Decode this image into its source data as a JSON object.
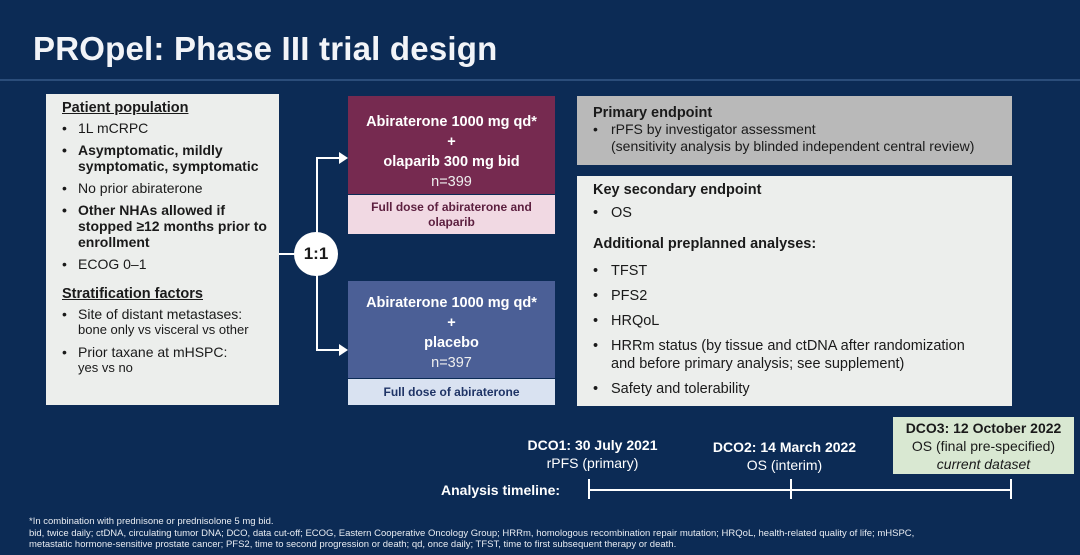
{
  "title": "PROpel: Phase III trial design",
  "left_panel": {
    "population_heading": "Patient population",
    "population_items": [
      {
        "text": "1L mCRPC",
        "bold": false
      },
      {
        "text": "Asymptomatic, mildly symptomatic, symptomatic",
        "bold": true
      },
      {
        "text": "No prior abiraterone",
        "bold": false
      },
      {
        "text": "Other NHAs allowed if stopped ≥12 months prior to enrollment",
        "bold": true
      },
      {
        "text": "ECOG 0–1",
        "bold": false
      }
    ],
    "stratification_heading": "Stratification factors",
    "stratification_items": [
      {
        "line1": "Site of distant metastases:",
        "line2": "bone only vs visceral vs other"
      },
      {
        "line1": "Prior taxane at mHSPC:",
        "line2": "yes vs no"
      }
    ]
  },
  "randomization": "1:1",
  "arms": {
    "top": {
      "line1": "Abiraterone 1000 mg qd*",
      "line2": "+",
      "line3": "olaparib 300 mg bid",
      "n": "n=399",
      "note": "Full dose of abiraterone and olaparib"
    },
    "bottom": {
      "line1": "Abiraterone 1000 mg qd*",
      "line2": "+",
      "line3": "placebo",
      "n": "n=397",
      "note": "Full dose of abiraterone"
    }
  },
  "primary": {
    "heading": "Primary endpoint",
    "line1": "rPFS by investigator assessment",
    "line2": "(sensitivity analysis by blinded independent central review)"
  },
  "secondary": {
    "heading": "Key secondary endpoint",
    "items": [
      "OS"
    ],
    "additional_heading": "Additional preplanned analyses:",
    "additional_items": [
      "TFST",
      "PFS2",
      "HRQoL",
      "HRRm status (by tissue and ctDNA after randomization and before primary analysis; see supplement)",
      "Safety and tolerability"
    ]
  },
  "timeline": {
    "label": "Analysis timeline:",
    "dco1_title": "DCO1: 30 July 2021",
    "dco1_sub": "rPFS (primary)",
    "dco2_title": "DCO2: 14 March 2022",
    "dco2_sub": "OS (interim)",
    "dco3_title": "DCO3: 12 October 2022",
    "dco3_sub": "OS (final pre-specified)",
    "dco3_note": "current dataset"
  },
  "footnotes": {
    "line1": "*In combination with prednisone or prednisolone 5 mg bid.",
    "line2": "bid, twice daily; ctDNA, circulating tumor DNA; DCO, data cut-off; ECOG, Eastern Cooperative Oncology Group; HRRm, homologous recombination repair mutation; HRQoL, health-related quality of life; mHSPC,",
    "line3": "metastatic hormone-sensitive prostate cancer; PFS2, time to second progression or death; qd, once daily; TFST, time to first subsequent therapy or death."
  }
}
